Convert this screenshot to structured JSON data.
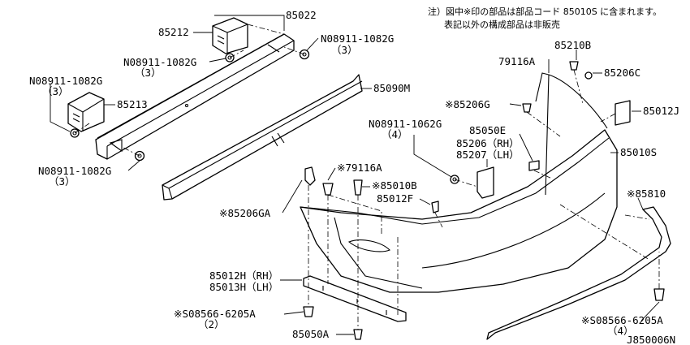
{
  "note": {
    "line1": "注）図中※印の部品は部品コード 85010S に含まれます。",
    "line2": "表記以外の構成部品は非販売"
  },
  "labels": {
    "p85022": "85022",
    "p85212": "85212",
    "n08911_1082g_a": "N08911-1082G",
    "q3_a": "（3）",
    "n08911_1082g_b": "N08911-1082G",
    "q3_b": "（3）",
    "n08911_1082g_c": "N08911-1082G",
    "q3_c": "（3）",
    "p85213": "85213",
    "p85090m": "85090M",
    "n08911_1082g_d": "N08911-1082G",
    "q3_d": "（3）",
    "p85210b": "85210B",
    "p79116a": "79116A",
    "p85206c": "85206C",
    "p85206g": "※85206G",
    "p85012j": "85012J",
    "n08911_1062g": "N08911-1062G",
    "q4_a": "（4）",
    "p85050e": "85050E",
    "p85206rh": "85206（RH）",
    "p85207lh": "85207（LH）",
    "p85010s": "85010S",
    "p79116a_star": "※79116A",
    "p85010b": "※85010B",
    "p85012f": "85012F",
    "p85206ga": "※85206GA",
    "p85810": "※85810",
    "p85012h": "85012H（RH）",
    "p85013h": "85013H（LH）",
    "s08566_a": "※S08566-6205A",
    "q2": "（2）",
    "s08566_b": "※S08566-6205A",
    "q4_b": "（4）",
    "p85050a": "85050A",
    "diagram_id": "J850006N"
  }
}
